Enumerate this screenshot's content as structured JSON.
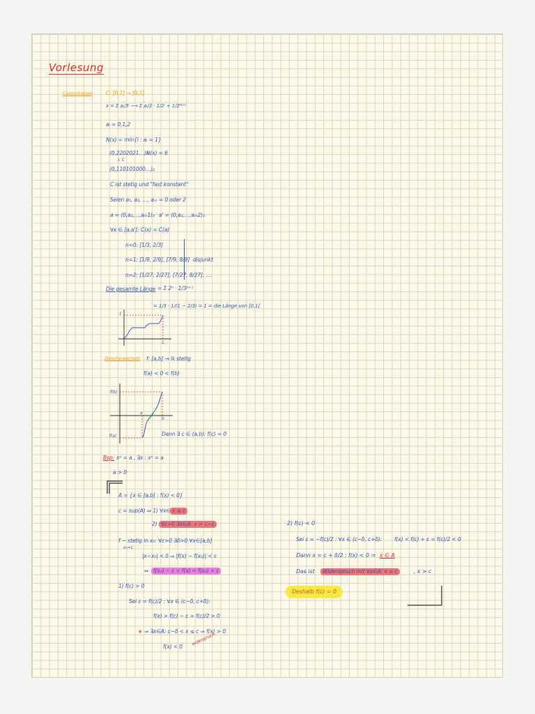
{
  "page": {
    "background_color": "#f4f4f2",
    "paper_color": "#fcf9e8",
    "grid_color": "#d7d5c2"
  },
  "colors": {
    "ink_blue": "#3452b4",
    "ink_red": "#cf2f28",
    "ink_orange": "#ee9b1c",
    "ink_green": "#2e9a4a",
    "ink_black": "#2a2a2a",
    "highlight_red": "#f27472",
    "highlight_pink": "#ee7fd8",
    "highlight_yellow": "#f4ea46"
  },
  "title": "Vorlesung",
  "cantor": {
    "heading": "Cantortreppe",
    "map": "C: [0,1] → [0,1]",
    "formula": "x = Σ aᵢ/3ⁱ  ⟶  Σ aᵢ/2 · 1/2ⁱ + 1/2ᴺ⁽ˣ⁾",
    "digits": "aᵢ = 0,1,2",
    "n_definition": "N(x) = min{i : aᵢ = 1}",
    "example_ternary": "(0,2202021…)₃",
    "example_n": "N(x) = 6",
    "example_map": "↓ C",
    "example_binary": "(0,110101000…)₂",
    "property": "C ist stetig und \"fast konstant\"",
    "digits_assumption": "Seien a₁, a₂, …, aₘ = 0 oder 2",
    "interval_left": "a = (0,a₁,…,aₘ1)₃",
    "interval_right": "a' = (0,a₁,…,aₘ2)₃",
    "constant_on_interval": "∀x ∈ [a,a']: C(x) = C(a)",
    "removed_intervals": [
      "n=0: [1/3, 2/3]",
      "n=1: [1/9, 2/9], [7/9, 8/9]",
      "n=2: [1/27, 2/27], [7/27, 8/27], …"
    ],
    "disjoint_note": "disjunkt",
    "total_length_label": "Die gesamte Länge",
    "total_length_sum": "= Σ 2ⁿ · 1/3ⁿ⁺¹",
    "total_length_result": "= 1/3 · 1/(1 − 2/3) = 1 = die Länge von [0,1]",
    "sketch": {
      "y_tick": "1",
      "x_tick": "1"
    }
  },
  "ivt": {
    "heading": "Zwischenwertsatz",
    "hypothesis": "f: [a,b] → ℝ stetig",
    "sign_condition": "f(a) < 0 < f(b)",
    "sketch": {
      "label_fb": "f(b)",
      "label_fa": "f(a)",
      "label_a": "a",
      "label_b": "b"
    },
    "conclusion": "Dann ∃ c ∈ (a,b): f(c) = 0",
    "example_label": "Bsp:",
    "example": "xⁿ = a , ∃x : xⁿ = a",
    "example_condition": "a > 0"
  },
  "proof": {
    "set_a": "A = {x ∈ [a,b] : f(x) < 0}",
    "sup_def": "c = sup(A) ⇔ 1) ∀x∈A:",
    "sup_cond1": "x ≤ c",
    "sup_cond2_num": "2)",
    "sup_cond2": "∀ε>0 ∃x∈A: x > c−ε",
    "continuity": "f − stetig in x₀: ∀ε>0 ∃δ>0 ∀x∈[a,b]",
    "continuity_point": "x₀=c",
    "continuity_impl": "|x−x₀| < δ ⇒ |f(x) − f(x₀)| < ε",
    "continuity_equiv_sign": "⇔",
    "continuity_equiv": "f(x₀) − ε < f(x) < f(x₀) + ε",
    "case1": {
      "title": "1) f(c) > 0",
      "epsilon": "Sei ε = f(c)/2 : ∀x ∈ (c−δ, c+δ):",
      "estimate": "f(x) > f(c) − ε = f(c)/2 > 0",
      "marker": "∗",
      "consequence": "⇒ ∃x∈A: c−δ < x ≤ c ⇒ f(x) > 0",
      "contrast": "f(x) < 0",
      "contradiction": "widerspruch"
    },
    "case2": {
      "title": "2) f(c) < 0",
      "epsilon": "Sei ε = −f(c)/2 : ∀x ∈ (c−δ, c+δ):",
      "estimate": "f(x) < f(c) + ε = f(c)/2 < 0",
      "then": "Dann x = c + δ/2 : f(x) < 0 ⇒",
      "then_result": "x ∈ A",
      "contradiction_prefix": "Das ist",
      "contradiction": "Widerspruch mit ∀x∈A: x ≤ c",
      "contradiction_suffix": ", x > c"
    },
    "conclusion": "Deshalb f(c) = 0"
  }
}
